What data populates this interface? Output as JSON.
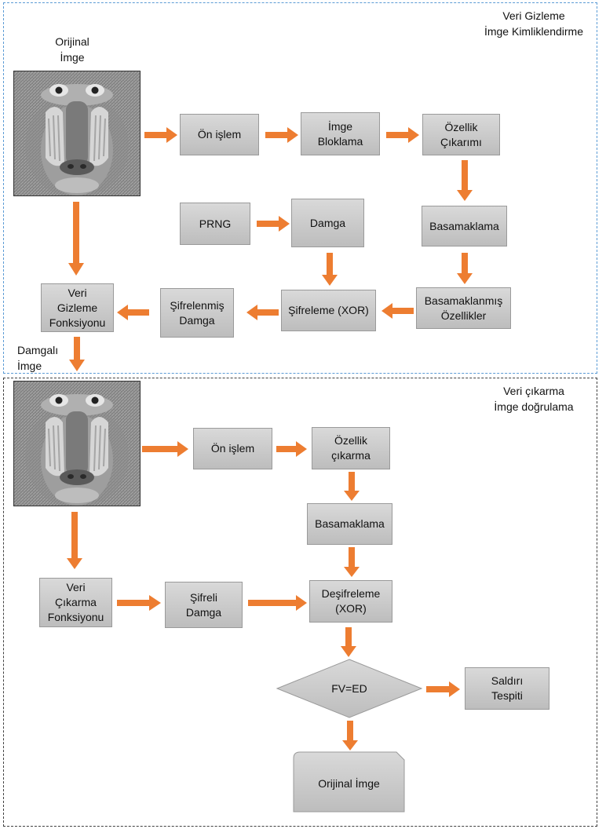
{
  "colors": {
    "arrow": "#ED7D31",
    "box_fill": "#cfcfcf",
    "box_border": "#9a9a9a",
    "top_panel_border": "#5b9bd5",
    "bottom_panel_border": "#404040"
  },
  "embedding": {
    "title": "Veri Gizleme\nİmge Kimliklendirme",
    "original_image_label": "Orijinal\nİmge",
    "watermarked_image_label": "Damgalı\nİmge",
    "preprocess": "Ön işlem",
    "blocking": "İmge\nBloklama",
    "feature_extraction": "Özellik\nÇıkarımı",
    "prng": "PRNG",
    "watermark": "Damga",
    "quantization": "Basamaklama",
    "quantized_features": "Basamaklanmış\nÖzellikler",
    "encryption": "Şifreleme (XOR)",
    "encrypted_watermark": "Şifrelenmiş\nDamga",
    "hiding_function": "Veri\nGizleme\nFonksiyonu"
  },
  "extraction": {
    "title": "Veri çıkarma\nİmge doğrulama",
    "preprocess": "Ön işlem",
    "feature_extraction": "Özellik\nçıkarma",
    "quantization": "Basamaklama",
    "decryption": "Deşifreleme\n(XOR)",
    "extraction_function": "Veri\nÇıkarma\nFonksiyonu",
    "encrypted_watermark": "Şifreli\nDamga",
    "decision": "FV=ED",
    "attack_detection": "Saldırı\nTespiti",
    "original_image": "Orijinal İmge"
  }
}
